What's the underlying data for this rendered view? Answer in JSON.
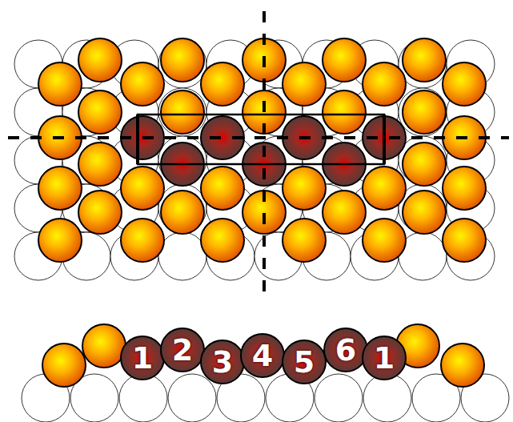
{
  "diagram": {
    "nodes": [
      {
        "text": [
          "1"
        ]
      },
      {
        "text": [
          "2"
        ]
      },
      {
        "text": [
          "3"
        ]
      },
      {
        "text": [
          "4"
        ]
      },
      {
        "text": [
          "5"
        ]
      },
      {
        "text": [
          "6"
        ]
      },
      {
        "text": [
          "1"
        ]
      }
    ]
  }
}
